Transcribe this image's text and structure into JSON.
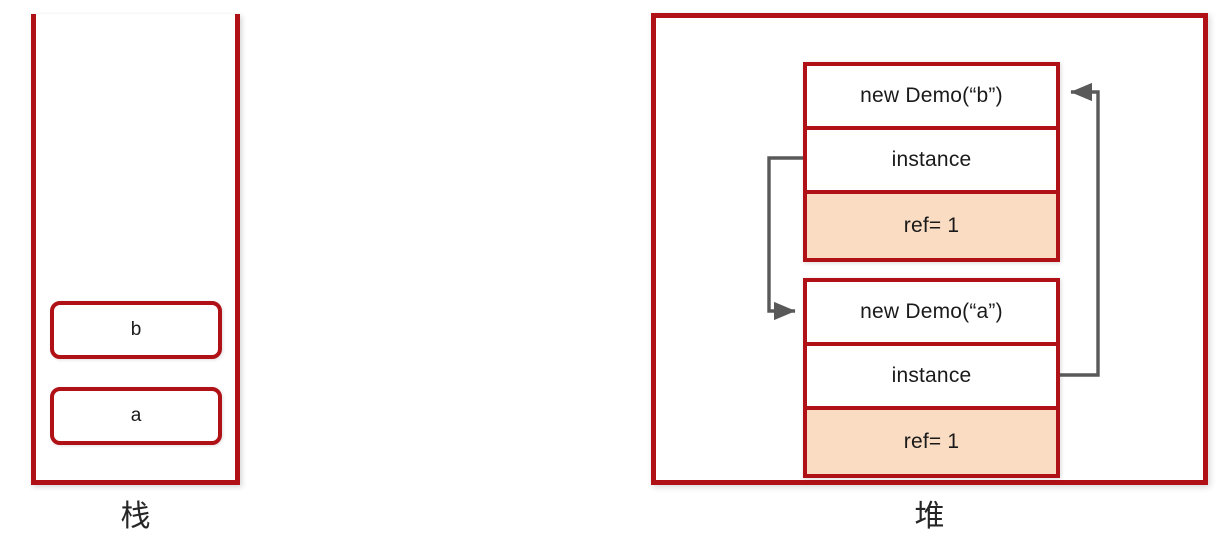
{
  "diagram": {
    "title_stack": "栈",
    "title_heap": "堆",
    "accent_red": "#B01116",
    "highlight_fill": "#F9DCC2",
    "connector_gray": "#595959"
  },
  "stack": {
    "label": "栈",
    "frames": [
      {
        "name": "frame-b",
        "label": "b"
      },
      {
        "name": "frame-a",
        "label": "a"
      }
    ]
  },
  "heap": {
    "label": "堆",
    "objects": [
      {
        "name": "demo-b",
        "cells": [
          {
            "label": "new Demo(“b”)",
            "highlight": false
          },
          {
            "label": "instance",
            "highlight": false
          },
          {
            "label": "ref= 1",
            "highlight": true
          }
        ]
      },
      {
        "name": "demo-a",
        "cells": [
          {
            "label": "new Demo(“a”)",
            "highlight": false
          },
          {
            "label": "instance",
            "highlight": false
          },
          {
            "label": "ref= 1",
            "highlight": true
          }
        ]
      }
    ]
  },
  "connectors": [
    {
      "name": "b-instance-to-a-object",
      "from": "demo-b.instance",
      "to": "demo-a.new Demo(“a”)"
    },
    {
      "name": "a-instance-to-b-object",
      "from": "demo-a.instance",
      "to": "demo-b.new Demo(“b”)"
    }
  ]
}
